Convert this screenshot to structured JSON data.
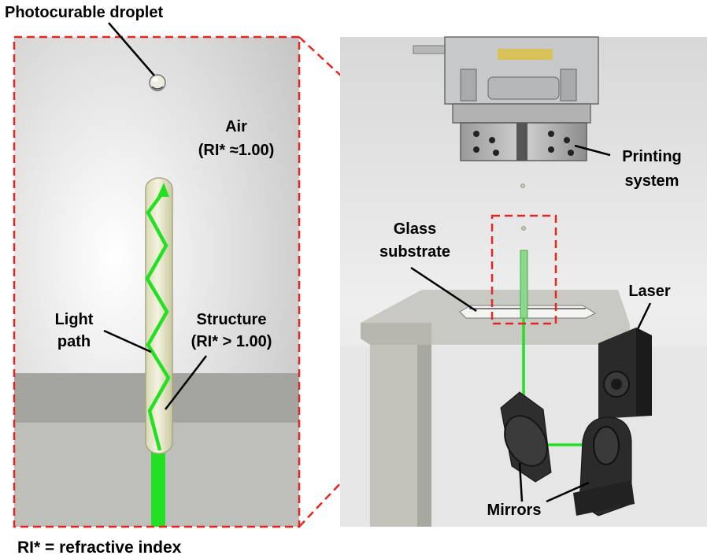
{
  "labels": {
    "droplet": "Photocurable droplet",
    "air_line1": "Air",
    "air_line2": "(RI* ≈1.00)",
    "light_line1": "Light",
    "light_line2": "path",
    "structure_line1": "Structure",
    "structure_line2": "(RI* > 1.00)",
    "glass_line1": "Glass",
    "glass_line2": "substrate",
    "printing_line1": "Printing",
    "printing_line2": "system",
    "laser": "Laser",
    "mirrors": "Mirrors",
    "footnote": "RI* = refractive index"
  },
  "colors": {
    "laser_green": "#22e022",
    "highlight_box": "#e52521",
    "dark_part": "#2a2a2a",
    "glass_table": "#c9c9c3"
  },
  "icons": [
    "droplet-icon",
    "laser-icon",
    "mirror-icon",
    "printhead-icon"
  ]
}
